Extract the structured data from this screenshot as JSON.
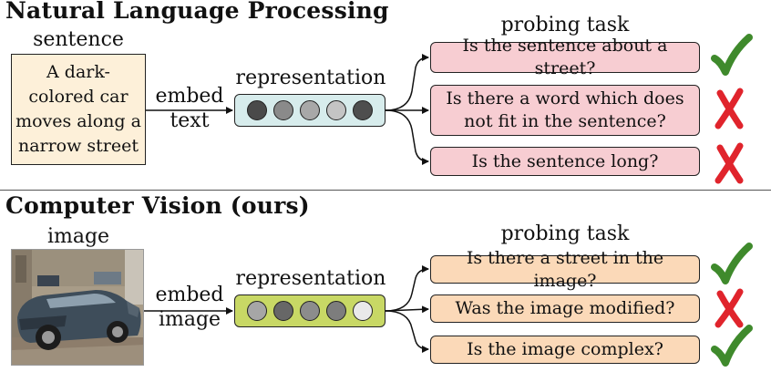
{
  "nlp": {
    "title": "Natural Language Processing",
    "input_label": "sentence",
    "sentence": [
      "A dark-",
      "colored car",
      "moves along a",
      "narrow street"
    ],
    "embed_label": [
      "embed",
      "text"
    ],
    "representation_label": "representation",
    "probing_label": "probing task",
    "dot_colors": [
      "#4a4a4a",
      "#8a8a8a",
      "#a8a8a8",
      "#c4c4c4",
      "#4e4e4e"
    ],
    "rep_color": "#d7ecec",
    "task_color": "#f7cdd2",
    "tasks": [
      {
        "text": "Is the sentence about a street?",
        "result": "check"
      },
      {
        "text": "Is there a word which does not fit in the sentence?",
        "result": "cross"
      },
      {
        "text": "Is the sentence long?",
        "result": "cross"
      }
    ]
  },
  "cv": {
    "title": "Computer Vision (ours)",
    "input_label": "image",
    "embed_label": [
      "embed",
      "image"
    ],
    "representation_label": "representation",
    "probing_label": "probing task",
    "dot_colors": [
      "#a6a6a6",
      "#676767",
      "#8c8c8c",
      "#7d7d7d",
      "#e9e9e9"
    ],
    "rep_color": "#c8d865",
    "task_color": "#fbd9b8",
    "tasks": [
      {
        "text": "Is there a street in the image?",
        "result": "check"
      },
      {
        "text": "Was the image modified?",
        "result": "cross"
      },
      {
        "text": "Is the image complex?",
        "result": "check"
      }
    ]
  },
  "colors": {
    "check": "#3f8a2c",
    "cross": "#e0242c"
  }
}
